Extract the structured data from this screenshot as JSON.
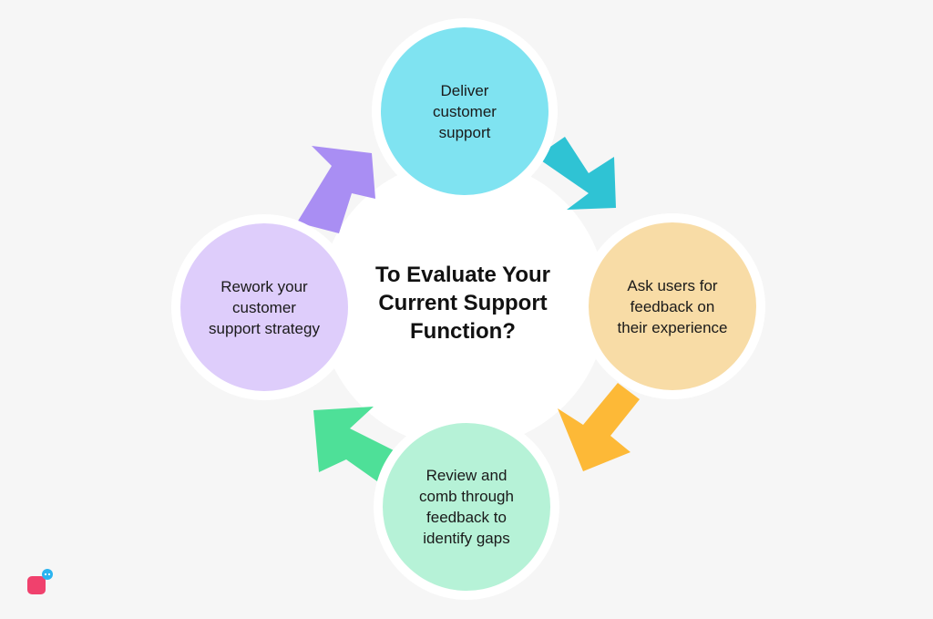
{
  "diagram": {
    "center": {
      "title": "To Evaluate Your\nCurrent Support\nFunction?"
    },
    "steps": [
      {
        "label": "Deliver\ncustomer\nsupport",
        "fill": "#7fe3f1"
      },
      {
        "label": "Ask users for\nfeedback on\ntheir experience",
        "fill": "#f8dca6"
      },
      {
        "label": "Review and\ncomb through\nfeedback to\nidentify gaps",
        "fill": "#b6f2d7"
      },
      {
        "label": "Rework your\ncustomer\nsupport strategy",
        "fill": "#decdfb"
      }
    ],
    "arrows": [
      {
        "from": "Deliver customer support",
        "to": "Ask users for feedback",
        "color": "#2fc3d4"
      },
      {
        "from": "Ask users for feedback",
        "to": "Review and comb through feedback",
        "color": "#fdb937"
      },
      {
        "from": "Review and comb through feedback",
        "to": "Rework your customer support strategy",
        "color": "#4ee098"
      },
      {
        "from": "Rework your customer support strategy",
        "to": "Deliver customer support",
        "color": "#a98ef3"
      }
    ]
  },
  "logo": {
    "main_color": "#f0416d",
    "badge_color": "#2bb4f0"
  }
}
